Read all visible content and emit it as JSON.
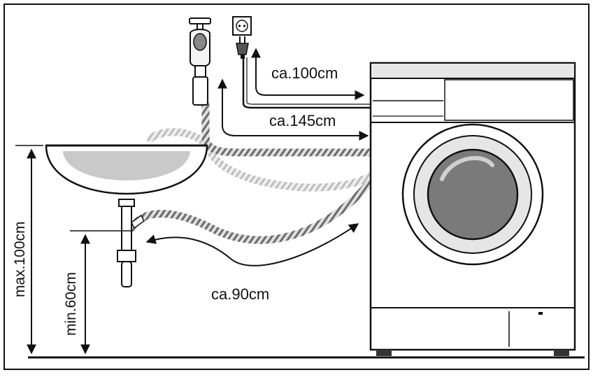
{
  "labels": {
    "power_cord": "ca.100cm",
    "inlet_hose": "ca.145cm",
    "drain_hose": "ca.90cm",
    "max_height": "max.100cm",
    "min_height": "min.60cm"
  },
  "colors": {
    "line": "#111111",
    "machine_shade": "#e6e6e6",
    "glass": "#7a7a7a",
    "sink_bowl": "#c9c9c9",
    "hose_dark": "#6f6f6f",
    "hose_light": "#d4d4d4",
    "background": "#ffffff"
  },
  "icons": [
    "water-tap-icon",
    "wall-socket-icon",
    "power-plug-icon",
    "washing-machine-icon",
    "sink-icon",
    "drain-pipe-icon"
  ]
}
